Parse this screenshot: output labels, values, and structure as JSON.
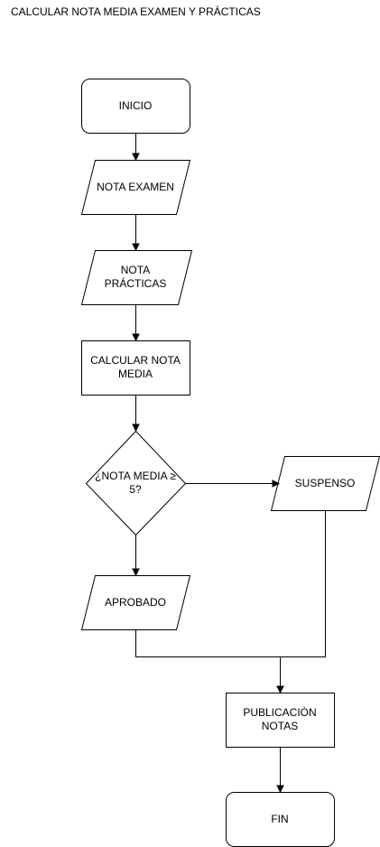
{
  "title": "CALCULAR NOTA MEDIA EXAMEN Y PRÁCTICAS",
  "nodes": {
    "inicio": "INICIO",
    "nota_examen": "NOTA EXAMEN",
    "nota_practicas": "NOTA PRÁCTICAS",
    "calcular_nota_media": "CALCULAR NOTA MEDIA",
    "decision": "¿NOTA MEDIA ≥ 5?",
    "suspenso": "SUSPENSO",
    "aprobado": "APROBADO",
    "publicacion_notas": "PUBLICACIÒN NOTAS",
    "fin": "FIN"
  }
}
